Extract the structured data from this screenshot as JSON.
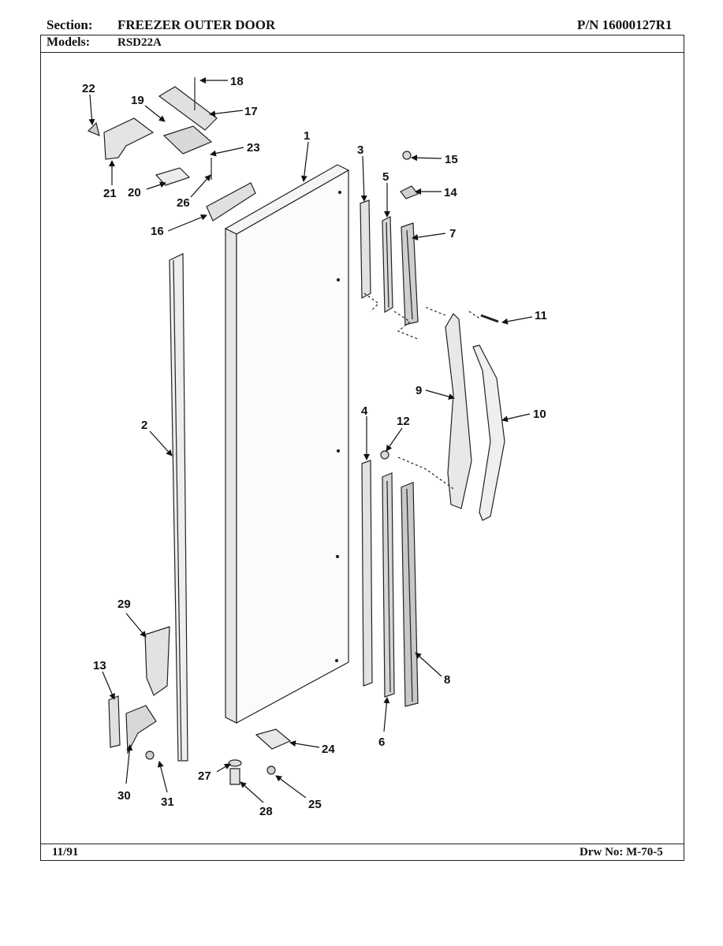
{
  "header": {
    "section_label": "Section:",
    "section_value": "FREEZER OUTER DOOR",
    "part_number": "P/N 16000127R1",
    "models_label": "Models:",
    "models_value": "RSD22A"
  },
  "footer": {
    "date": "11/91",
    "drawing_number": "Drw No: M-70-5"
  },
  "callouts": [
    "1",
    "2",
    "3",
    "4",
    "5",
    "6",
    "7",
    "8",
    "9",
    "10",
    "11",
    "12",
    "13",
    "14",
    "15",
    "16",
    "17",
    "18",
    "19",
    "20",
    "21",
    "22",
    "23",
    "24",
    "25",
    "26",
    "27",
    "28",
    "29",
    "30",
    "31"
  ]
}
